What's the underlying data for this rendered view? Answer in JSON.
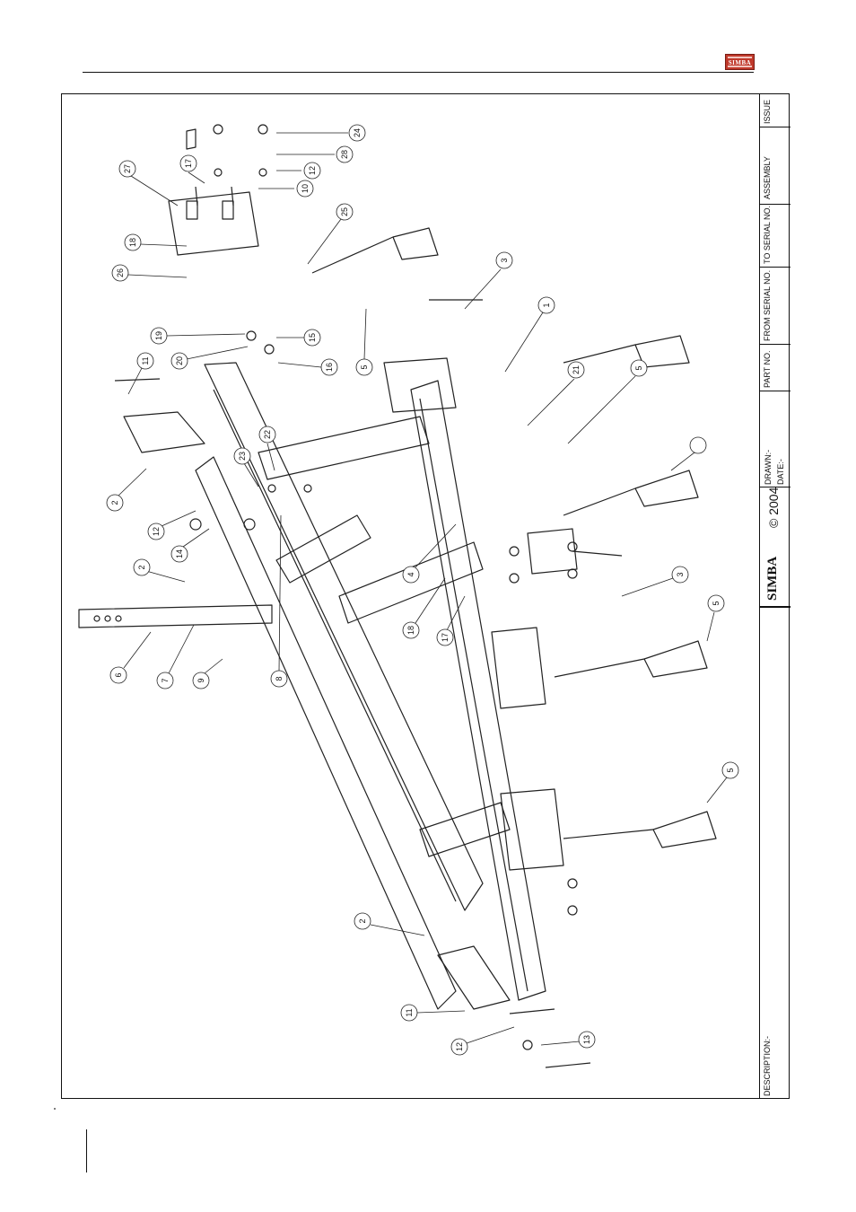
{
  "logo": {
    "text": "SIMBA"
  },
  "title_block": {
    "issue": "ISSUE",
    "assembly": "ASSEMBLY",
    "to_serial": "TO SERIAL NO.",
    "from_serial": "FROM SERIAL NO.",
    "part_no": "PART NO.",
    "drawn": "DRAWN:-",
    "date": "DATE:-",
    "copyright": "© 2004",
    "brand": "SIMBA",
    "description": "DESCRIPTION:-"
  },
  "callouts": [
    "24",
    "28",
    "12",
    "10",
    "17",
    "27",
    "25",
    "18",
    "26",
    "3",
    "1",
    "19",
    "15",
    "20",
    "16",
    "11",
    "21",
    "5",
    "5",
    "2",
    "22",
    "23",
    "12",
    "14",
    "2",
    "4",
    "3",
    "18",
    "17",
    "6",
    "7",
    "9",
    "8",
    "5",
    "5",
    "2",
    "11",
    "12",
    "13"
  ]
}
